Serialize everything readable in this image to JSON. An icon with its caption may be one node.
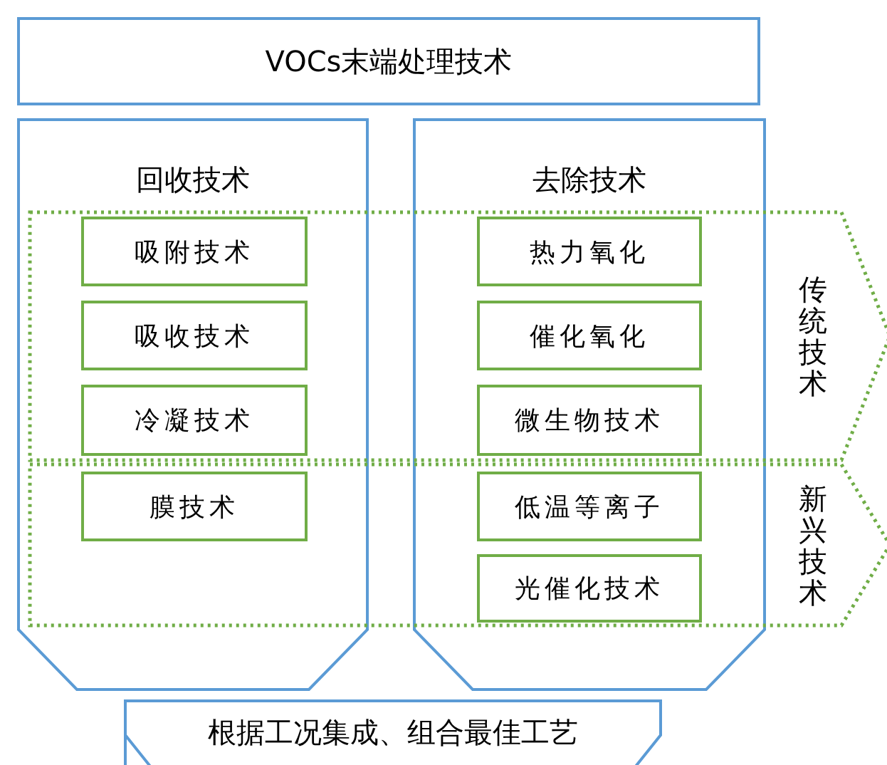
{
  "diagram": {
    "nodes": [
      {
        "text": [
          "VOCs末端处理技术"
        ]
      },
      {
        "text": [
          "回收技术"
        ]
      },
      {
        "text": [
          "吸附技术"
        ]
      },
      {
        "text": [
          "吸收技术"
        ]
      },
      {
        "text": [
          "冷凝技术"
        ]
      },
      {
        "text": [
          "膜技术"
        ]
      },
      {
        "text": [
          "去除技术"
        ]
      },
      {
        "text": [
          "热力氧化"
        ]
      },
      {
        "text": [
          "催化氧化"
        ]
      },
      {
        "text": [
          "微生物技术"
        ]
      },
      {
        "text": [
          "低温等离子"
        ]
      },
      {
        "text": [
          "光催化技术"
        ]
      },
      {
        "text": [
          "传统技术"
        ]
      },
      {
        "text": [
          "新兴技术"
        ]
      },
      {
        "text": [
          "根据工况集成、组合最佳工艺"
        ]
      }
    ]
  }
}
